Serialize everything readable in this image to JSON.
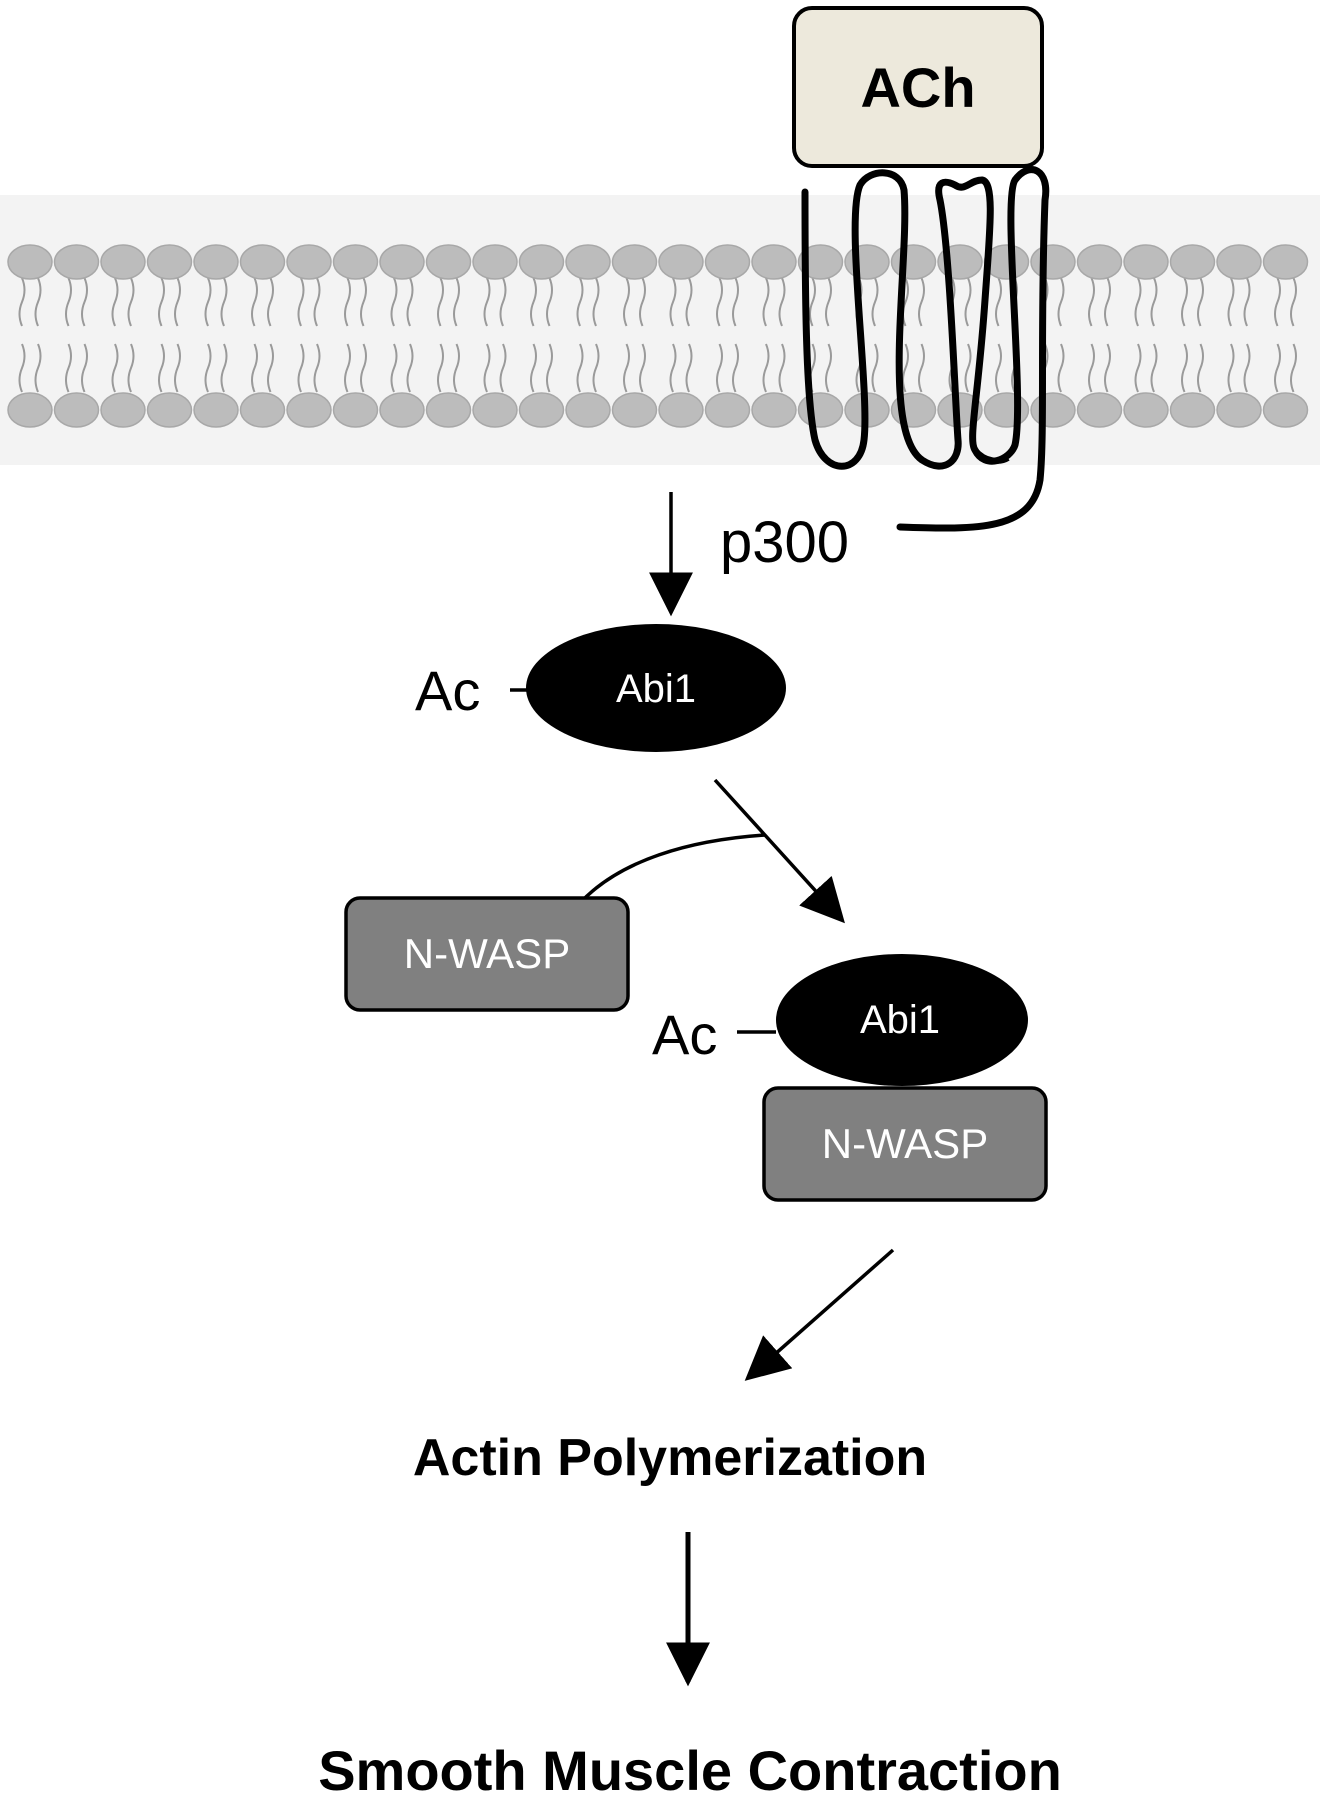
{
  "ligand": {
    "label": "ACh",
    "fill": "#ede9dc"
  },
  "enzyme": {
    "label": "p300"
  },
  "abi1_free": {
    "label": "Abi1",
    "modification": "Ac"
  },
  "nwasp_free": {
    "label": "N-WASP"
  },
  "complex": {
    "abi1": {
      "label": "Abi1",
      "modification": "Ac"
    },
    "nwasp": {
      "label": "N-WASP"
    }
  },
  "outcome1": {
    "label": "Actin Polymerization"
  },
  "outcome2": {
    "label": "Smooth Muscle Contraction"
  },
  "colors": {
    "membrane_head": "#bcbcbc",
    "membrane_tail": "#9a9a9a",
    "nwasp_fill": "#808080",
    "protein_fill": "#000000",
    "arrow": "#000000"
  }
}
